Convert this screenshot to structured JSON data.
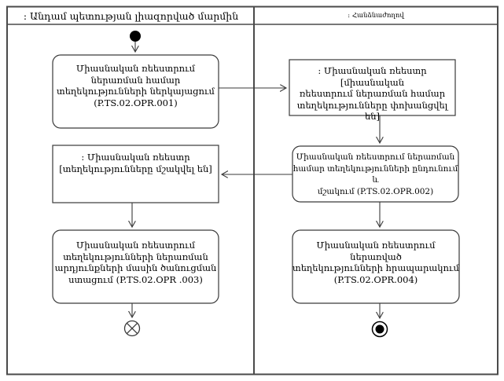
{
  "diagram": {
    "type": "uml-activity-swimlane",
    "line_color": "#3a3a3a",
    "background_color": "#ffffff",
    "lanes": [
      {
        "id": "member-state-lane",
        "title": ": Անդամ պետության լիազորված մարմին"
      },
      {
        "id": "commission-lane",
        "title": ": Հանձնաժողով"
      }
    ],
    "nodes": {
      "initial": {
        "kind": "initial-node",
        "lane": 0
      },
      "action_opr001": {
        "kind": "action",
        "lane": 0,
        "text": "Միասնական ռեեստրում\nներառման համար\nտեղեկությունների ներկայացում\n(P.TS.02.OPR.001)"
      },
      "object_state_transferred": {
        "kind": "object-node",
        "lane": 1,
        "text": ": Միասնական ռեեստր [միասնական\nռեեստրում ներառման համար\nտեղեկությունները փոխանցվել են]"
      },
      "action_opr002": {
        "kind": "action",
        "lane": 1,
        "text": "Միասնական ռեեստրում ներառման\nհամար տեղեկությունների ընդունում և\nմշակում (P.TS.02.OPR.002)"
      },
      "object_state_processed": {
        "kind": "object-node",
        "lane": 0,
        "text": ": Միասնական ռեեստր\n[տեղեկությունները մշակվել են]"
      },
      "action_opr003": {
        "kind": "action",
        "lane": 0,
        "text": "Միասնական ռեեստրում\nտեղեկությունների ներառման\nարդյունքների մասին ծանուցման\nստացում (P.TS.02.OPR .003)"
      },
      "action_opr004": {
        "kind": "action",
        "lane": 1,
        "text": "Միասնական ռեեստրում ներառված\nտեղեկությունների հրապարակում\n(P.TS.02.OPR.004)"
      },
      "flow_final": {
        "kind": "flow-final-node",
        "lane": 0
      },
      "activity_final": {
        "kind": "activity-final-node",
        "lane": 1
      }
    },
    "edges": [
      {
        "from": "initial",
        "to": "action_opr001"
      },
      {
        "from": "action_opr001",
        "to": "object_state_transferred"
      },
      {
        "from": "object_state_transferred",
        "to": "action_opr002"
      },
      {
        "from": "action_opr002",
        "to": "object_state_processed"
      },
      {
        "from": "object_state_processed",
        "to": "action_opr003"
      },
      {
        "from": "action_opr002",
        "to": "action_opr004"
      },
      {
        "from": "action_opr003",
        "to": "flow_final"
      },
      {
        "from": "action_opr004",
        "to": "activity_final"
      }
    ]
  }
}
